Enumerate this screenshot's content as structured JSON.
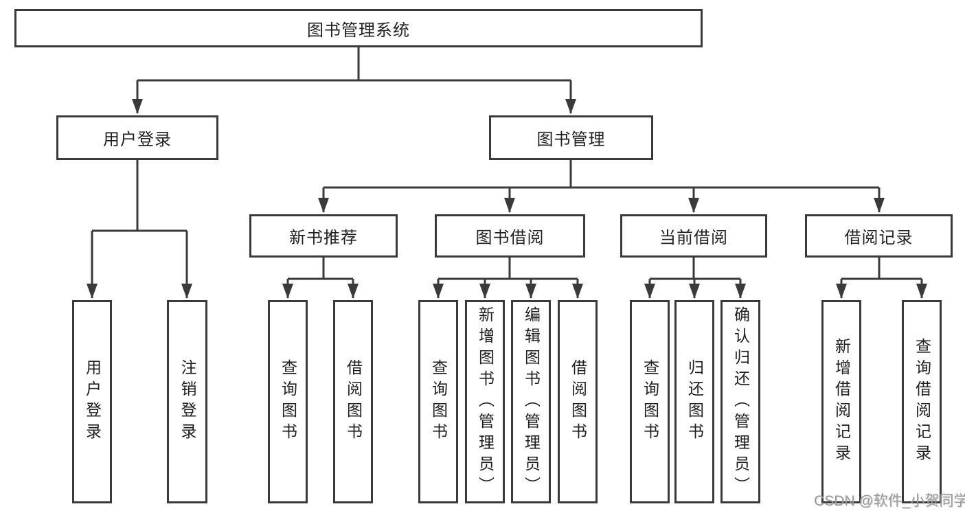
{
  "diagram": {
    "type": "tree",
    "orientation": "top-down",
    "colors": {
      "line": "#3a3a3a",
      "box_border": "#3a3a3a",
      "box_fill": "#ffffff",
      "text": "#1f1f1f",
      "watermark": "#9c9c9c",
      "background": "#ffffff"
    },
    "tree": {
      "label": "图书管理系统",
      "children": [
        {
          "label": "用户登录",
          "children": [
            {
              "label": "用户登录"
            },
            {
              "label": "注销登录"
            }
          ]
        },
        {
          "label": "图书管理",
          "children": [
            {
              "label": "新书推荐",
              "children": [
                {
                  "label": "查询图书"
                },
                {
                  "label": "借阅图书"
                }
              ]
            },
            {
              "label": "图书借阅",
              "children": [
                {
                  "label": "查询图书"
                },
                {
                  "label": "新增图书（管理员）"
                },
                {
                  "label": "编辑图书（管理员）"
                },
                {
                  "label": "借阅图书"
                }
              ]
            },
            {
              "label": "当前借阅",
              "children": [
                {
                  "label": "查询图书"
                },
                {
                  "label": "归还图书"
                },
                {
                  "label": "确认归还（管理员）"
                }
              ]
            },
            {
              "label": "借阅记录",
              "children": [
                {
                  "label": "新增借阅记录"
                },
                {
                  "label": "查询借阅记录"
                }
              ]
            }
          ]
        }
      ]
    },
    "watermark": "CSDN @软件_小贺同学"
  }
}
